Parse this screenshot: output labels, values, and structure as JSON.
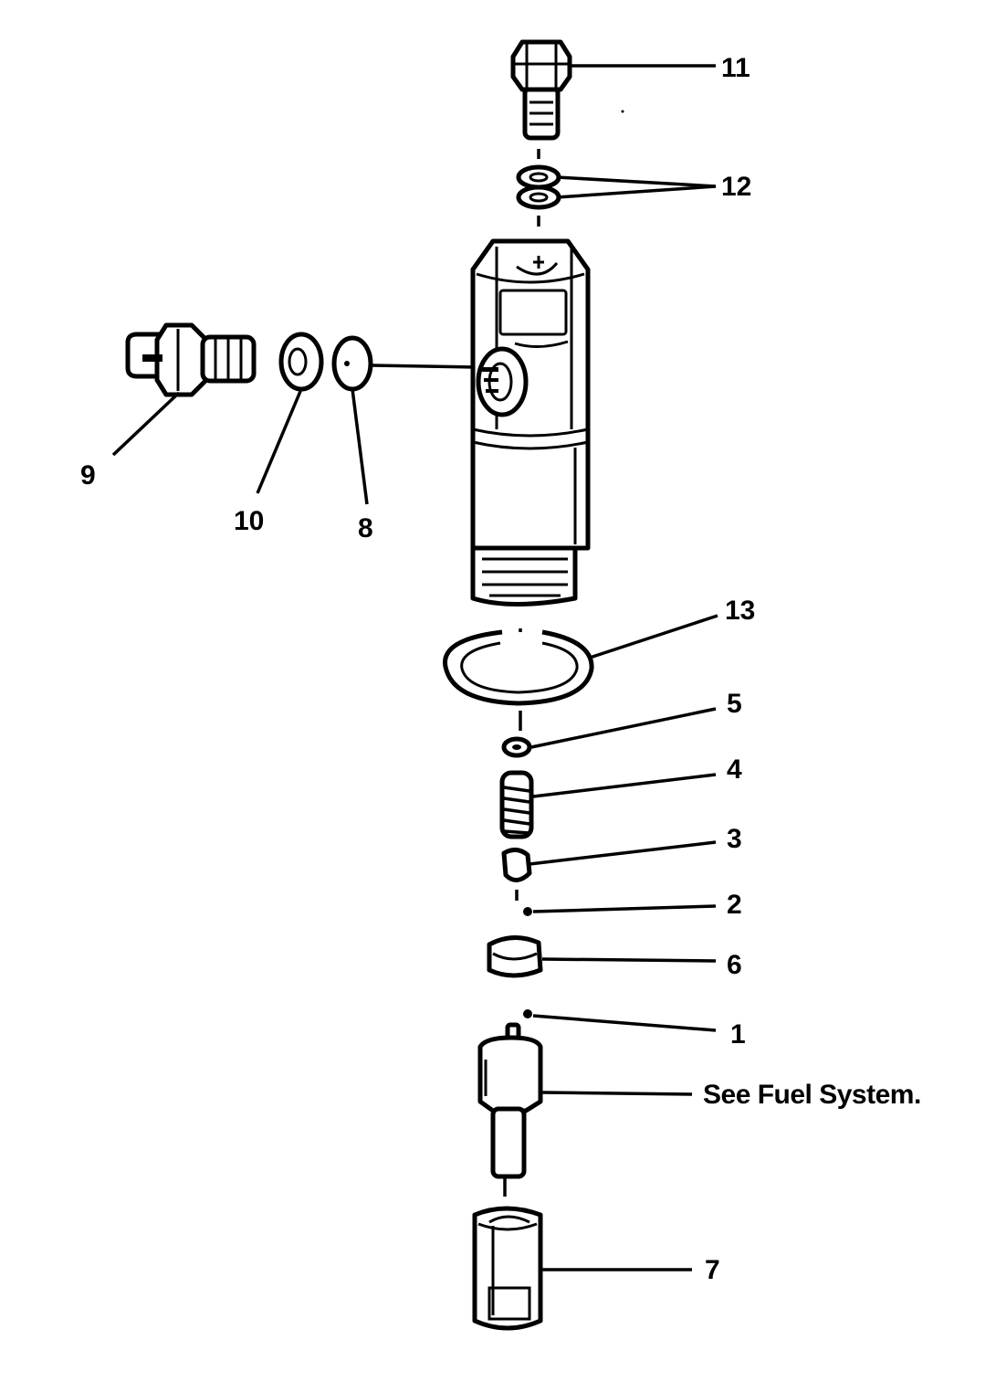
{
  "callouts": {
    "c11": "11",
    "c12": "12",
    "c9": "9",
    "c10": "10",
    "c8": "8",
    "c13": "13",
    "c5": "5",
    "c4": "4",
    "c3": "3",
    "c2": "2",
    "c6": "6",
    "c1": "1",
    "note": "See Fuel System.",
    "c7": "7"
  },
  "colors": {
    "ink": "#000000",
    "paper": "#ffffff"
  }
}
